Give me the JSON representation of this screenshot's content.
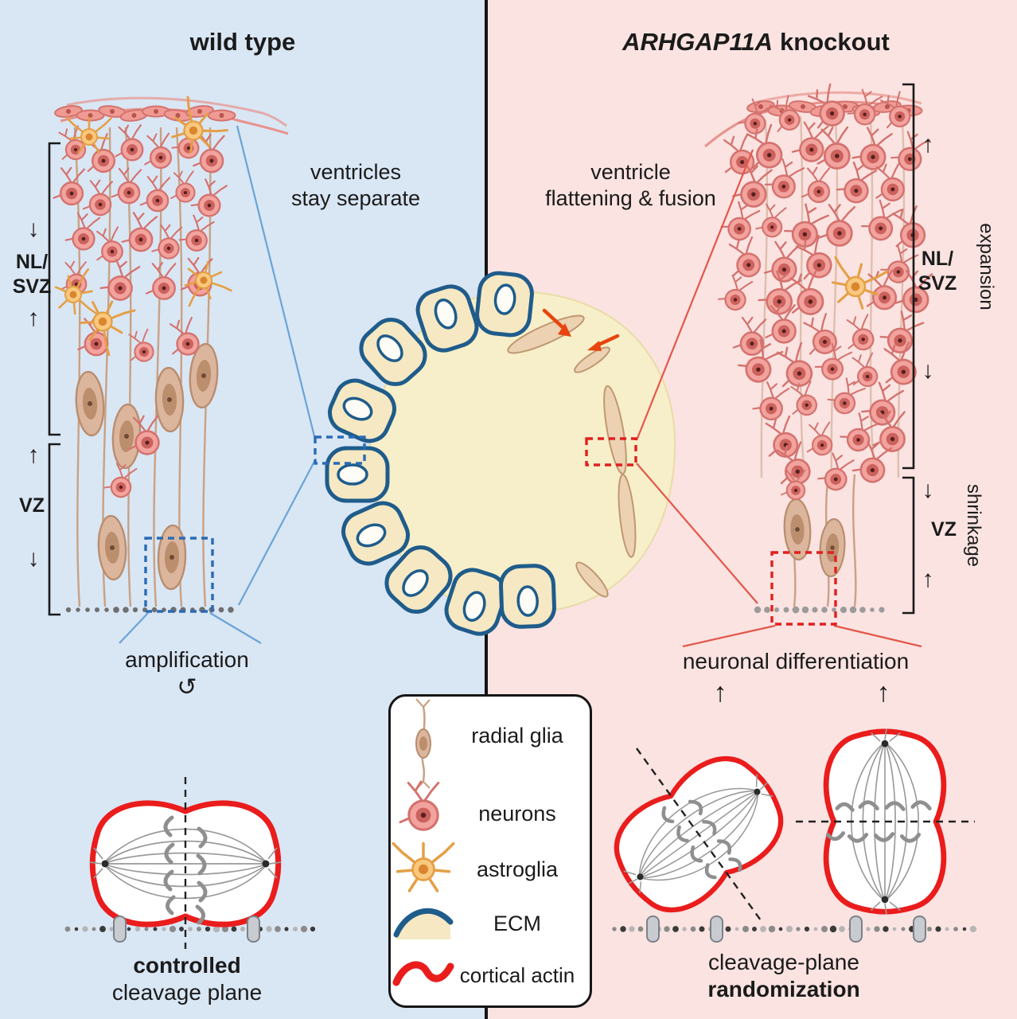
{
  "panels": {
    "wild_type": {
      "title": "wild type",
      "ventricle_note": {
        "line1": "ventricles",
        "line2": "stay separate"
      },
      "zones": {
        "nl_svz_line1": "NL/",
        "nl_svz_line2": "SVZ",
        "vz": "VZ"
      },
      "process_label": "amplification",
      "process_symbol": "↺",
      "cleavage": {
        "line1": "controlled",
        "line2": "cleavage plane"
      }
    },
    "knockout": {
      "title_gene": "ARHGAP11A",
      "title_rest": "knockout",
      "ventricle_note": {
        "line1": "ventricle",
        "line2": "flattening & fusion"
      },
      "zones": {
        "nl_svz_line1": "NL/",
        "nl_svz_line2": "SVZ",
        "vz": "VZ"
      },
      "expansion_label": "expansion",
      "shrinkage_label": "shrinkage",
      "process_label": "neuronal differentiation",
      "cleavage": {
        "line1": "cleavage-plane",
        "line2": "randomization"
      }
    }
  },
  "legend": {
    "items": [
      {
        "id": "radial-glia",
        "label": "radial glia"
      },
      {
        "id": "neurons",
        "label": "neurons"
      },
      {
        "id": "astroglia",
        "label": "astroglia"
      },
      {
        "id": "ecm",
        "label": "ECM"
      },
      {
        "id": "cortical-actin",
        "label": "cortical actin"
      }
    ]
  },
  "glyphs": {
    "arrow_up": "↑",
    "arrow_down": "↓"
  },
  "colors": {
    "left_bg": "#d9e6f4",
    "right_bg": "#fae3e1",
    "neuron": "#f3a39e",
    "radial_glia": "#dcb69c",
    "astroglia": "#f9c87e",
    "ecm_outline": "#1f5c8b",
    "ecm_fill": "#f5e8c2",
    "cortical_actin": "#ea1c1c",
    "wt_accent": "#2a6bb5",
    "ko_accent": "#e02020"
  }
}
